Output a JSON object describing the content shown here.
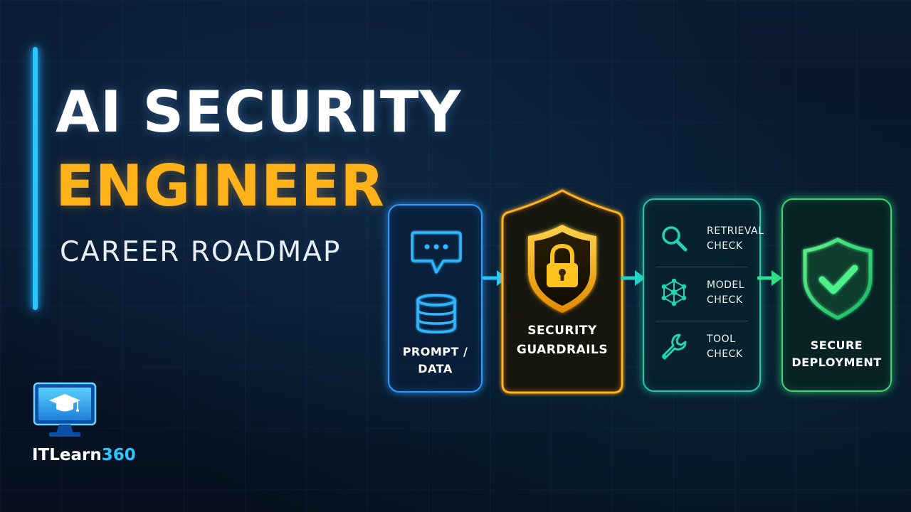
{
  "title": {
    "line1": "AI SECURITY",
    "line2": "ENGINEER",
    "subtitle": "CAREER ROADMAP"
  },
  "flow": {
    "step1": {
      "label_line1": "PROMPT /",
      "label_line2": "DATA",
      "icons": [
        "chat-bubble-icon",
        "database-icon"
      ]
    },
    "step2": {
      "label_line1": "SECURITY",
      "label_line2": "GUARDRAILS",
      "icon": "shield-lock-icon"
    },
    "step3": {
      "checks": [
        {
          "icon": "magnifier-icon",
          "line1": "RETRIEVAL",
          "line2": "CHECK"
        },
        {
          "icon": "network-nodes-icon",
          "line1": "MODEL",
          "line2": "CHECK"
        },
        {
          "icon": "wrench-icon",
          "line1": "TOOL",
          "line2": "CHECK"
        }
      ]
    },
    "step4": {
      "label_line1": "SECURE",
      "label_line2": "DEPLOYMENT",
      "icon": "shield-check-icon"
    }
  },
  "brand": {
    "name_part1": "ITLearn",
    "name_part2": "360",
    "logo_icon": "monitor-graduation-cap-icon"
  },
  "colors": {
    "title_white": "#ffffff",
    "title_gold": "#ffb21a",
    "accent_cyan": "#2cc6ff",
    "card_blue": "#2a9dff",
    "card_gold": "#ffb21a",
    "card_teal": "#22c9a8",
    "card_green": "#36d676",
    "background": "#06101f"
  }
}
